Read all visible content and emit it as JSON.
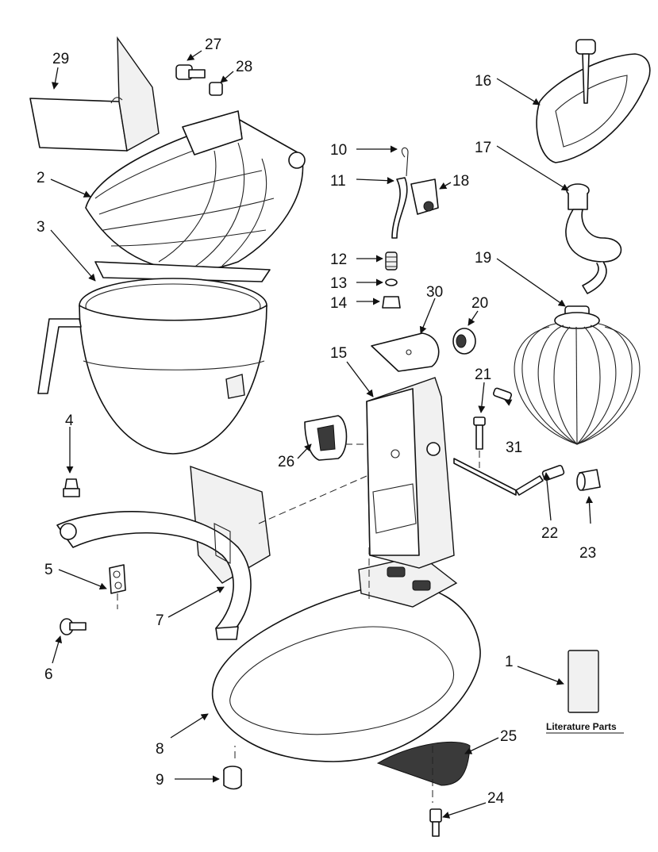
{
  "diagram": {
    "callouts": [
      "1",
      "2",
      "3",
      "4",
      "5",
      "6",
      "7",
      "8",
      "9",
      "10",
      "11",
      "12",
      "13",
      "14",
      "15",
      "16",
      "17",
      "18",
      "19",
      "20",
      "21",
      "22",
      "23",
      "24",
      "25",
      "26",
      "27",
      "28",
      "29",
      "30",
      "31"
    ],
    "literature_label": "Literature Parts"
  }
}
